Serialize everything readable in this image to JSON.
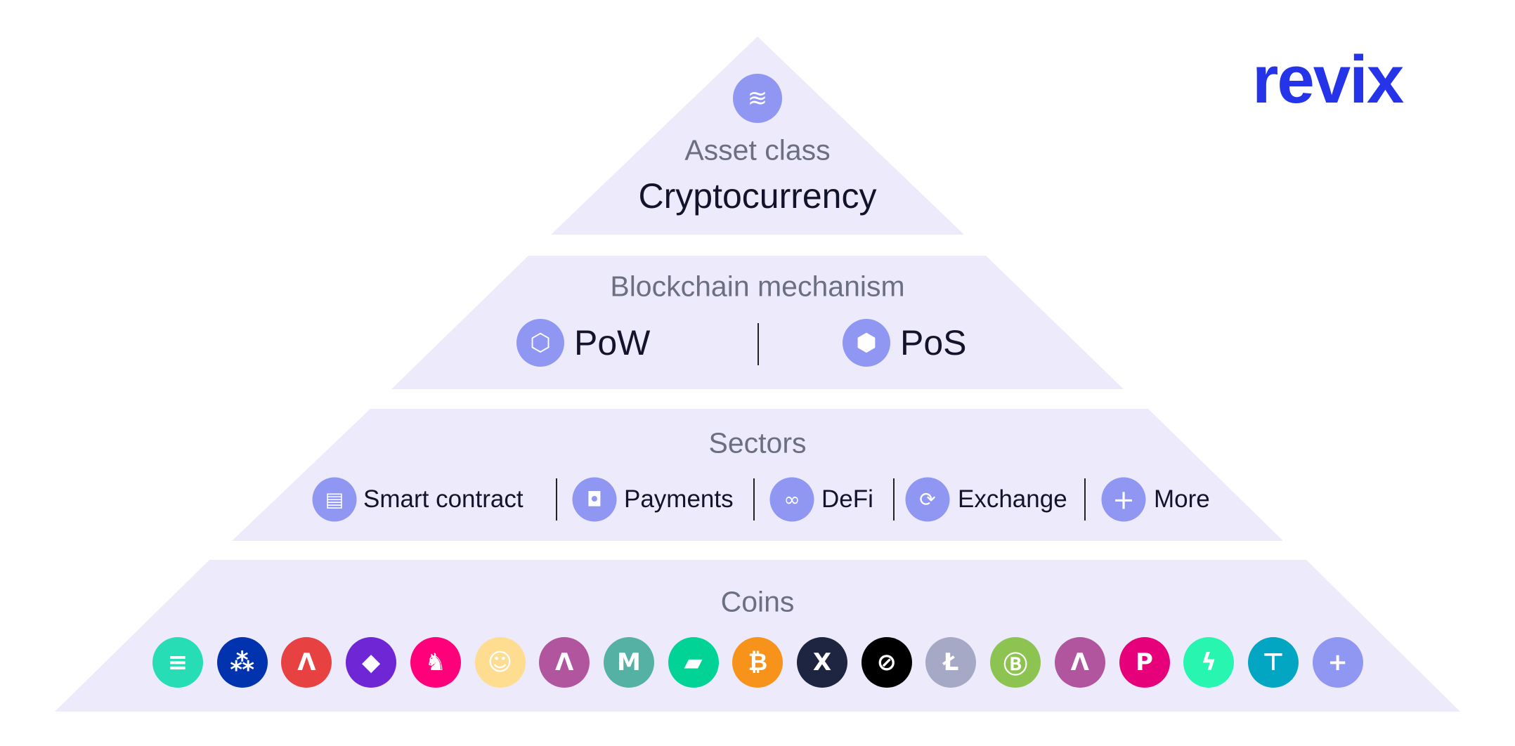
{
  "logo": "revix",
  "tier1": {
    "label": "Asset class",
    "title": "Cryptocurrency",
    "icon": "coins-stack-icon"
  },
  "tier2": {
    "label": "Blockchain mechanism",
    "items": [
      {
        "label": "PoW",
        "icon": "cube-check-icon"
      },
      {
        "label": "PoS",
        "icon": "cube-frame-icon"
      }
    ]
  },
  "tier3": {
    "label": "Sectors",
    "items": [
      {
        "label": "Smart contract",
        "icon": "contract-search-icon",
        "glyph": "▤"
      },
      {
        "label": "Payments",
        "icon": "wallet-icon",
        "glyph": "◘"
      },
      {
        "label": "DeFi",
        "icon": "defi-circles-icon",
        "glyph": "∞"
      },
      {
        "label": "Exchange",
        "icon": "exchange-coin-icon",
        "glyph": "⟳"
      },
      {
        "label": "More",
        "icon": "plus-icon",
        "glyph": "+"
      }
    ]
  },
  "tier4": {
    "label": "Coins",
    "coins": [
      {
        "icon": "solana-icon",
        "color": "#26DDB5",
        "glyph": "≡"
      },
      {
        "icon": "cardano-icon",
        "color": "#0033AD",
        "glyph": "⁂"
      },
      {
        "icon": "avalanche-icon",
        "color": "#E84142",
        "glyph": "Λ"
      },
      {
        "icon": "ethereum-icon",
        "color": "#6F26D4",
        "glyph": "◆"
      },
      {
        "icon": "uniswap-icon",
        "color": "#FF007A",
        "glyph": "♞"
      },
      {
        "icon": "pancakeswap-icon",
        "color": "#FEDC90",
        "glyph": "☺"
      },
      {
        "icon": "aave-icon",
        "color": "#B0559E",
        "glyph": "Λ"
      },
      {
        "icon": "maker-icon",
        "color": "#55B1A4",
        "glyph": "M"
      },
      {
        "icon": "compound-icon",
        "color": "#00D395",
        "glyph": "▰"
      },
      {
        "icon": "bitcoin-icon",
        "color": "#F7931A",
        "glyph": "₿"
      },
      {
        "icon": "xrp-icon",
        "color": "#1E2540",
        "glyph": "X"
      },
      {
        "icon": "stellar-icon",
        "color": "#000000",
        "glyph": "⊘"
      },
      {
        "icon": "litecoin-icon",
        "color": "#A6A9C6",
        "glyph": "Ł"
      },
      {
        "icon": "bitcoin-cash-icon",
        "color": "#8DC351",
        "glyph": "Ⓑ"
      },
      {
        "icon": "aave-icon",
        "color": "#B0559E",
        "glyph": "Λ"
      },
      {
        "icon": "polkadot-icon",
        "color": "#E6007A",
        "glyph": "P"
      },
      {
        "icon": "thorchain-icon",
        "color": "#28F5B0",
        "glyph": "ϟ"
      },
      {
        "icon": "ftx-icon",
        "color": "#02A5C2",
        "glyph": "⊤"
      },
      {
        "icon": "more-coins-icon",
        "color": "#8F97F2",
        "glyph": "+"
      }
    ]
  },
  "colors": {
    "tier_fill": "#EDEAFC",
    "icon_bg": "#8F97F2",
    "brand": "#2534E8"
  }
}
